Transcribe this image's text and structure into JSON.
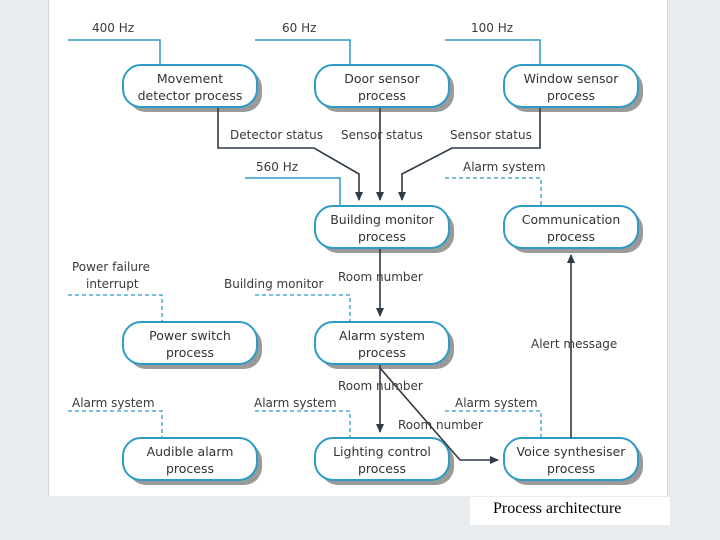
{
  "colors": {
    "process_stroke": "#2e9bc4",
    "process_shadow": "#9a9a9a",
    "arrow": "#2f3a45",
    "dashed": "#2e9bc4",
    "frame": "#e9ecef"
  },
  "processes": {
    "movement": [
      "Movement",
      "detector process"
    ],
    "door": [
      "Door sensor",
      "process"
    ],
    "window": [
      "Window sensor",
      "process"
    ],
    "building": [
      "Building monitor",
      "process"
    ],
    "communication": [
      "Communication",
      "process"
    ],
    "power": [
      "Power switch",
      "process"
    ],
    "alarm": [
      "Alarm system",
      "process"
    ],
    "audible": [
      "Audible alarm",
      "process"
    ],
    "lighting": [
      "Lighting control",
      "process"
    ],
    "voice": [
      "Voice synthesiser",
      "process"
    ]
  },
  "labels": {
    "hz400": "400 Hz",
    "hz60": "60 Hz",
    "hz100": "100 Hz",
    "hz560": "560 Hz",
    "detector_status": "Detector status",
    "sensor_status_1": "Sensor status",
    "sensor_status_2": "Sensor status",
    "alarm_system_comm": "Alarm system",
    "power_failure_1": "Power failure",
    "power_failure_2": "interrupt",
    "building_monitor": "Building monitor",
    "room_number_1": "Room number",
    "room_number_2": "Room number",
    "room_number_3": "Room number",
    "alert_message": "Alert message",
    "alarm_system_audible": "Alarm system",
    "alarm_system_lighting": "Alarm system",
    "alarm_system_voice": "Alarm system"
  },
  "caption": "Process architecture"
}
